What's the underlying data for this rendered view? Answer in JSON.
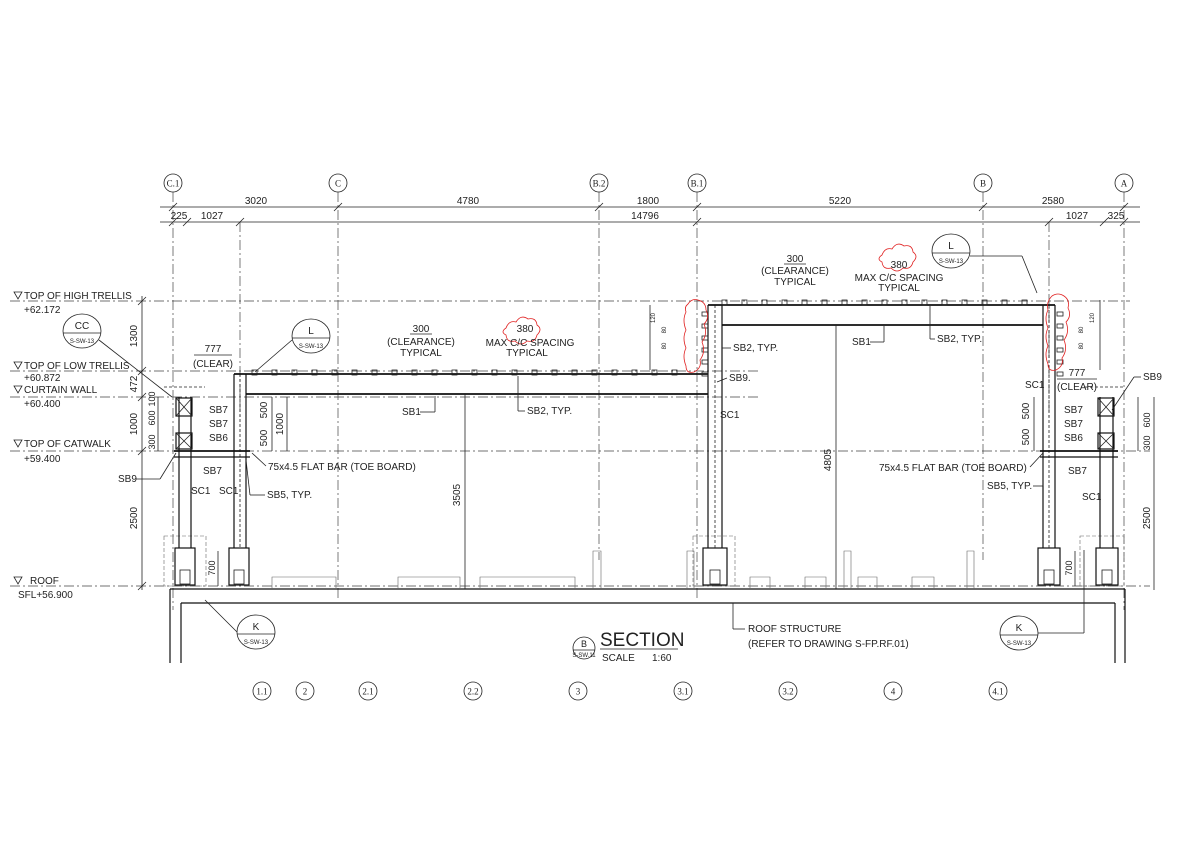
{
  "grid_top": [
    "C.1",
    "C",
    "B.2",
    "B.1",
    "B",
    "A"
  ],
  "grid_bottom": [
    "1.1",
    "2",
    "2.1",
    "2.2",
    "3",
    "3.1",
    "3.2",
    "4",
    "4.1"
  ],
  "dims_top": [
    "3020",
    "4780",
    "1800",
    "5220",
    "2580"
  ],
  "dims_second": [
    "225",
    "1027",
    "14796",
    "1027",
    "325"
  ],
  "levels": {
    "high_trellis_label": "TOP OF HIGH TRELLIS",
    "high_trellis_value": "+62.172",
    "low_trellis_label": "TOP OF LOW TRELLIS",
    "low_trellis_value": "+60.872",
    "curtain_wall_label": "CURTAIN WALL",
    "curtain_wall_value": "+60.400",
    "catwalk_label": "TOP OF CATWALK",
    "catwalk_value": "+59.400",
    "roof_label": "ROOF",
    "roof_value": "SFL+56.900"
  },
  "callouts": {
    "cc": "CC",
    "l": "L",
    "k": "K",
    "sheet_ref": "S-SW-13"
  },
  "notes": {
    "clearance_num": "300",
    "clearance_text": "(CLEARANCE)",
    "typical": "TYPICAL",
    "spacing_num": "380",
    "spacing_text": "MAX C/C SPACING",
    "clear_num": "777",
    "clear_text": "(CLEAR)",
    "toe_board": "75x4.5 FLAT BAR (TOE BOARD)",
    "roof_structure": "ROOF STRUCTURE",
    "refer_drawing": "(REFER TO DRAWING S-FP.RF.01)"
  },
  "members": {
    "sb1": "SB1",
    "sb2": "SB2, TYP.",
    "sb5": "SB5, TYP.",
    "sb6": "SB6",
    "sb7": "SB7",
    "sb9": "SB9",
    "sb9_dot": "SB9.",
    "sc1": "SC1"
  },
  "vert_dims": {
    "d1300": "1300",
    "d472": "472",
    "d1000": "1000",
    "d600": "600",
    "d300": "300",
    "d100": "100",
    "d500": "500",
    "d2500": "2500",
    "d700": "700",
    "d3505": "3505",
    "d4805": "4805",
    "d120": "120",
    "d80": "80"
  },
  "title": {
    "label": "SECTION",
    "scale_label": "SCALE",
    "scale_value": "1:60",
    "marker": "B",
    "marker_sheet": "S-SW.11"
  }
}
